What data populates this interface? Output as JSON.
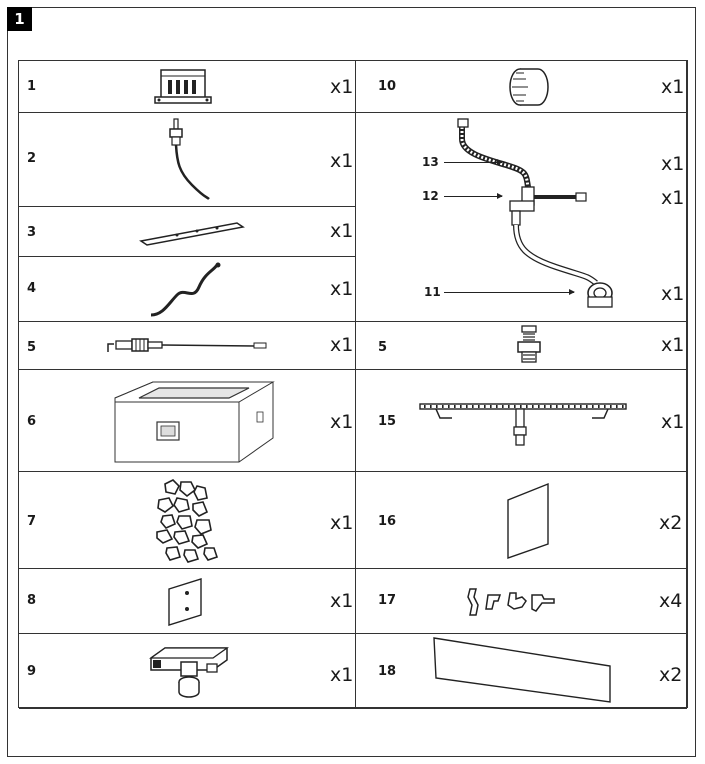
{
  "step": "1",
  "left_column": [
    {
      "num": "1",
      "qty": "x1",
      "icon": "control-box-icon"
    },
    {
      "num": "2",
      "qty": "x1",
      "icon": "thermocouple-icon"
    },
    {
      "num": "3",
      "qty": "x1",
      "icon": "mounting-plate-icon"
    },
    {
      "num": "4",
      "qty": "x1",
      "icon": "wire-icon"
    },
    {
      "num": "5",
      "qty": "x1",
      "icon": "igniter-icon"
    },
    {
      "num": "6",
      "qty": "x1",
      "icon": "fire-table-icon"
    },
    {
      "num": "7",
      "qty": "x1",
      "icon": "lava-rocks-icon"
    },
    {
      "num": "8",
      "qty": "x1",
      "icon": "bracket-plate-icon"
    },
    {
      "num": "9",
      "qty": "x1",
      "icon": "valve-block-icon"
    }
  ],
  "right_column": [
    {
      "num": "10",
      "qty": "x1",
      "icon": "control-knob-icon"
    },
    {
      "num": "",
      "qty": "",
      "icon": "gas-hose-assembly-icon",
      "callouts": [
        {
          "num": "13",
          "qty": "x1"
        },
        {
          "num": "12",
          "qty": "x1"
        },
        {
          "num": "11",
          "qty": "x1"
        }
      ]
    },
    {
      "num": "5",
      "qty": "x1",
      "icon": "fitting-icon"
    },
    {
      "num": "15",
      "qty": "x1",
      "icon": "burner-tube-icon"
    },
    {
      "num": "16",
      "qty": "x2",
      "icon": "glass-panel-icon"
    },
    {
      "num": "17",
      "qty": "x4",
      "icon": "clips-icon"
    },
    {
      "num": "18",
      "qty": "x2",
      "icon": "wind-guard-icon"
    }
  ]
}
